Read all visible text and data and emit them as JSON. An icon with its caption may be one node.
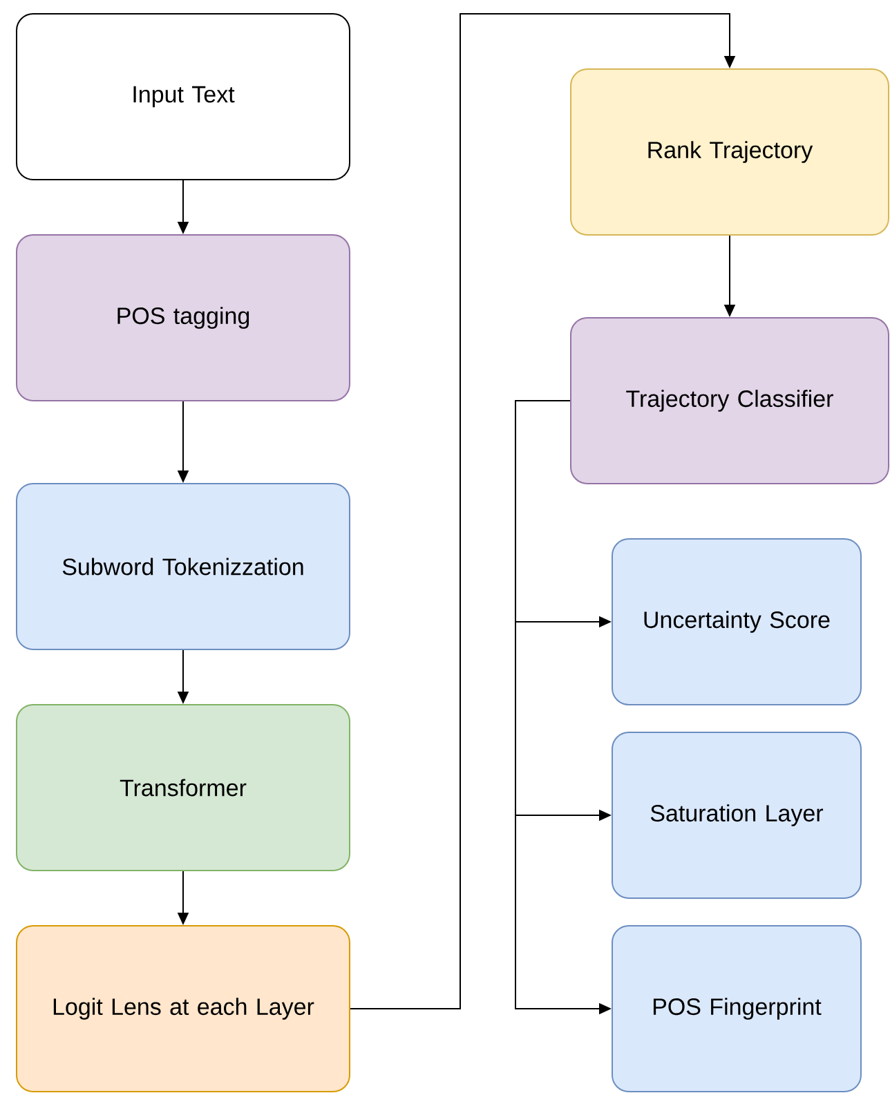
{
  "diagram": {
    "nodes": [
      {
        "text": [
          "Input Text"
        ]
      },
      {
        "text": [
          "POS tagging"
        ]
      },
      {
        "text": [
          "Subword Tokenizzation"
        ]
      },
      {
        "text": [
          "Transformer"
        ]
      },
      {
        "text": [
          "Logit Lens at each Layer"
        ]
      },
      {
        "text": [
          "Rank Trajectory"
        ]
      },
      {
        "text": [
          "Trajectory Classifier"
        ]
      },
      {
        "text": [
          "Uncertainty Score"
        ]
      },
      {
        "text": [
          "Saturation Layer"
        ]
      },
      {
        "text": [
          "POS Fingerprint"
        ]
      }
    ],
    "edges": [
      {
        "from": 0,
        "to": 1,
        "arrow": "to"
      },
      {
        "from": 1,
        "to": 2,
        "arrow": "to"
      },
      {
        "from": 2,
        "to": 3,
        "arrow": "to"
      },
      {
        "from": 3,
        "to": 4,
        "arrow": "to"
      },
      {
        "from": 4,
        "to": 5,
        "arrow": "to"
      },
      {
        "from": 5,
        "to": 6,
        "arrow": "to"
      },
      {
        "from": 6,
        "to": 7,
        "arrow": "to"
      },
      {
        "from": 6,
        "to": 8,
        "arrow": "to"
      },
      {
        "from": 6,
        "to": 9,
        "arrow": "to"
      }
    ]
  }
}
